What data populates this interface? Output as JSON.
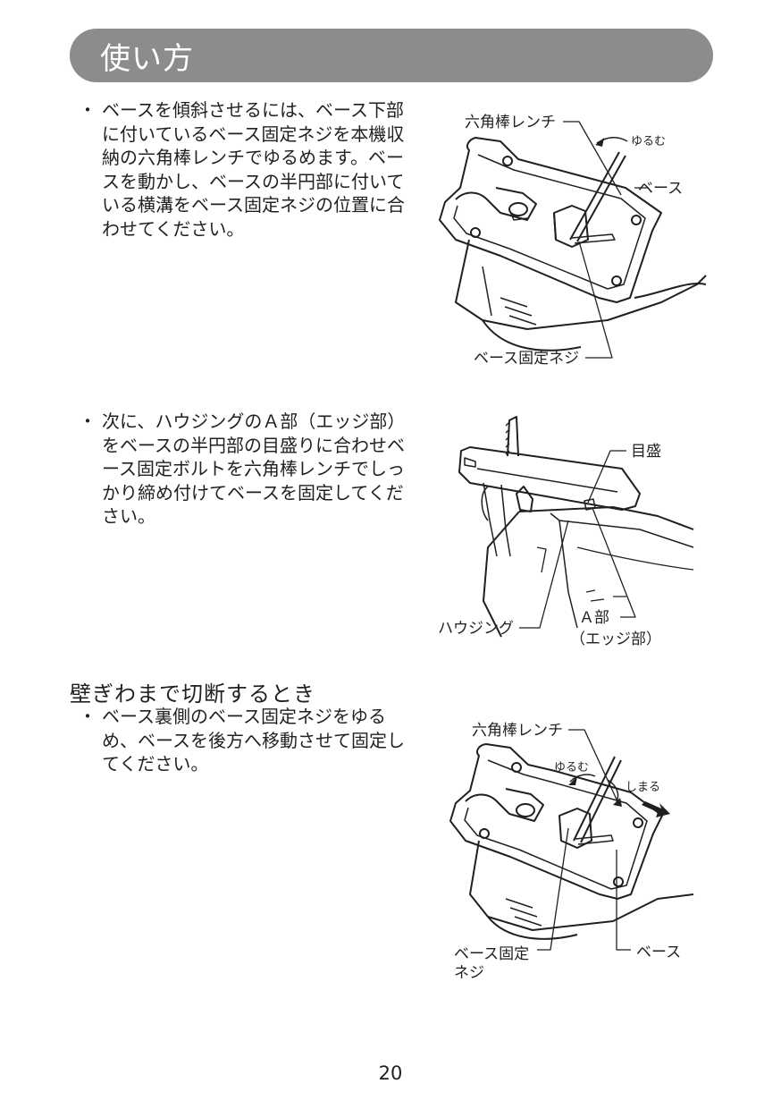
{
  "header": {
    "title": "使い方"
  },
  "bullet": "・",
  "section1": {
    "text": "ベースを傾斜させるには、ベース下部に付いているベース固定ネジを本機収納の六角棒レンチでゆるめます。ベースを動かし、ベースの半円部に付いている横溝をベース固定ネジの位置に合わせてください。",
    "labels": {
      "wrench": "六角棒レンチ",
      "loosen": "ゆるむ",
      "base": "ベース",
      "screw": "ベース固定ネジ"
    }
  },
  "section2": {
    "text": "次に、ハウジングのＡ部（エッジ部）をベースの半円部の目盛りに合わせベース固定ボルトを六角棒レンチでしっかり締め付けてベースを固定してください。",
    "labels": {
      "scale": "目盛",
      "housing": "ハウジング",
      "part_a": "Ａ部",
      "edge": "（エッジ部）"
    }
  },
  "section3": {
    "heading": "壁ぎわまで切断するとき",
    "text": "ベース裏側のベース固定ネジをゆるめ、ベースを後方へ移動させて固定してください。",
    "labels": {
      "wrench": "六角棒レンチ",
      "loosen": "ゆるむ",
      "tighten": "しまる",
      "screw_line1": "ベース固定",
      "screw_line2": "ネジ",
      "base": "ベース"
    }
  },
  "footer": {
    "page_number": "20"
  }
}
